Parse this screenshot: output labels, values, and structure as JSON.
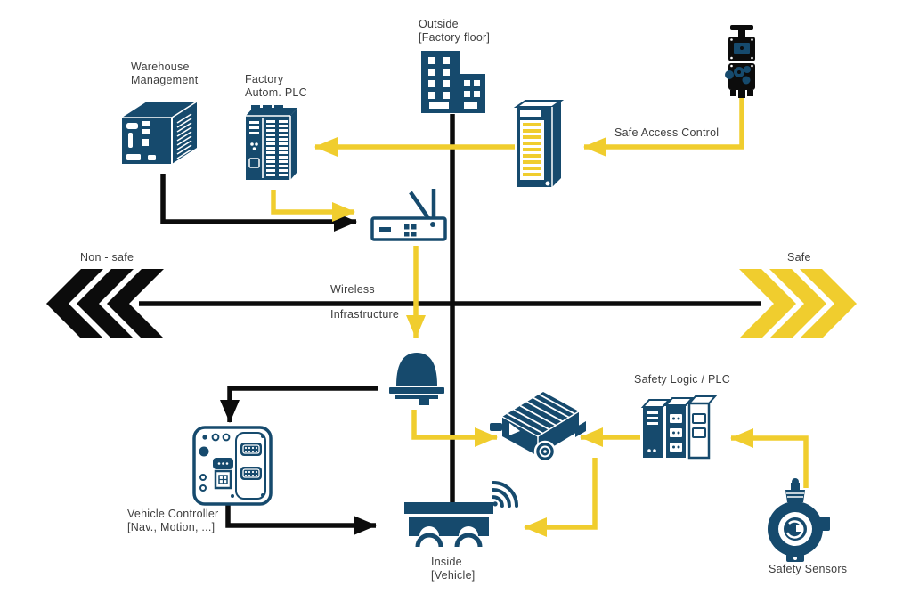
{
  "colors": {
    "blue": "#164A6D",
    "yellow": "#F0CD2E",
    "black": "#0C0C0C",
    "text": "#3E3E3E",
    "background": "#FFFFFF"
  },
  "zones": {
    "non_safe": "Non - safe",
    "safe": "Safe",
    "wireless_line1": "Wireless",
    "wireless_line2": "Infrastructure"
  },
  "nodes": {
    "warehouse_management": {
      "line1": "Warehouse",
      "line2": "Management",
      "icon": "industrial-pc-icon"
    },
    "factory_plc": {
      "line1": "Factory",
      "line2": "Autom. PLC",
      "icon": "plc-module-icon"
    },
    "outside_factory": {
      "line1": "Outside",
      "line2": "[Factory floor]",
      "icon": "factory-building-icon"
    },
    "safe_access_control": {
      "label": "Safe Access Control",
      "icon": "door-interlock-icon"
    },
    "safety_network_switch": {
      "icon": "safety-network-switch-icon"
    },
    "wireless_router": {
      "icon": "wifi-router-icon"
    },
    "vehicle_antenna": {
      "icon": "antenna-dome-icon"
    },
    "vehicle_controller": {
      "line1": "Vehicle Controller",
      "line2": "[Nav., Motion, ...]",
      "icon": "controller-board-icon"
    },
    "drive_unit": {
      "icon": "drive-unit-icon"
    },
    "safety_logic_plc": {
      "label": "Safety Logic / PLC",
      "icon": "safety-relay-icon"
    },
    "safety_sensors": {
      "label": "Safety Sensors",
      "icon": "encoder-sensor-icon"
    },
    "inside_vehicle": {
      "line1": "Inside",
      "line2": "[Vehicle]",
      "icon": "agv-cart-icon",
      "wifi_icon": "wifi-signal-icon"
    }
  }
}
